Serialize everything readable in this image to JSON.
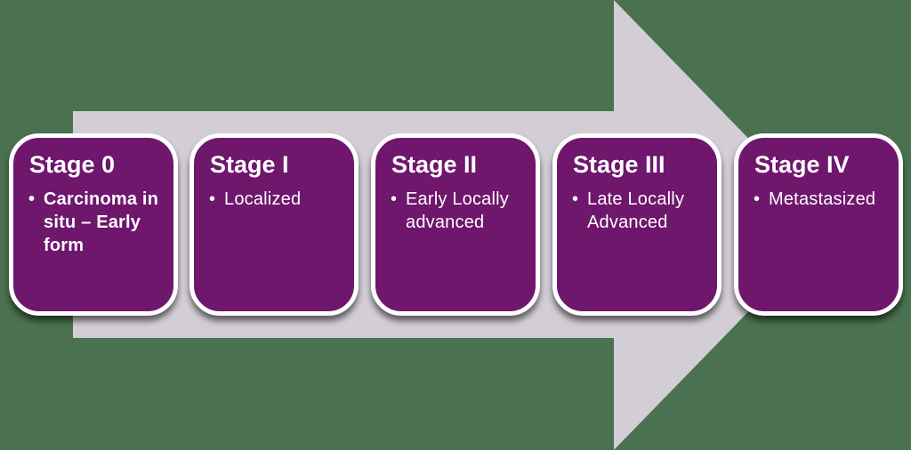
{
  "diagram_title": "Cancer staging process arrow",
  "bullet_marker": "•",
  "colors": {
    "background": "#4a7150",
    "arrow": "#d3cdd6",
    "box_fill": "#6f166d",
    "box_border": "#ffffff",
    "text": "#ffffff"
  },
  "stages": [
    {
      "title": "Stage 0",
      "bullets": [
        "Carcinoma in situ – Early form"
      ],
      "bold": true
    },
    {
      "title": "Stage I",
      "bullets": [
        "Localized"
      ],
      "bold": false
    },
    {
      "title": "Stage II",
      "bullets": [
        "Early Locally advanced"
      ],
      "bold": false
    },
    {
      "title": "Stage III",
      "bullets": [
        "Late Locally Advanced"
      ],
      "bold": false
    },
    {
      "title": "Stage IV",
      "bullets": [
        "Metastasized"
      ],
      "bold": false
    }
  ]
}
